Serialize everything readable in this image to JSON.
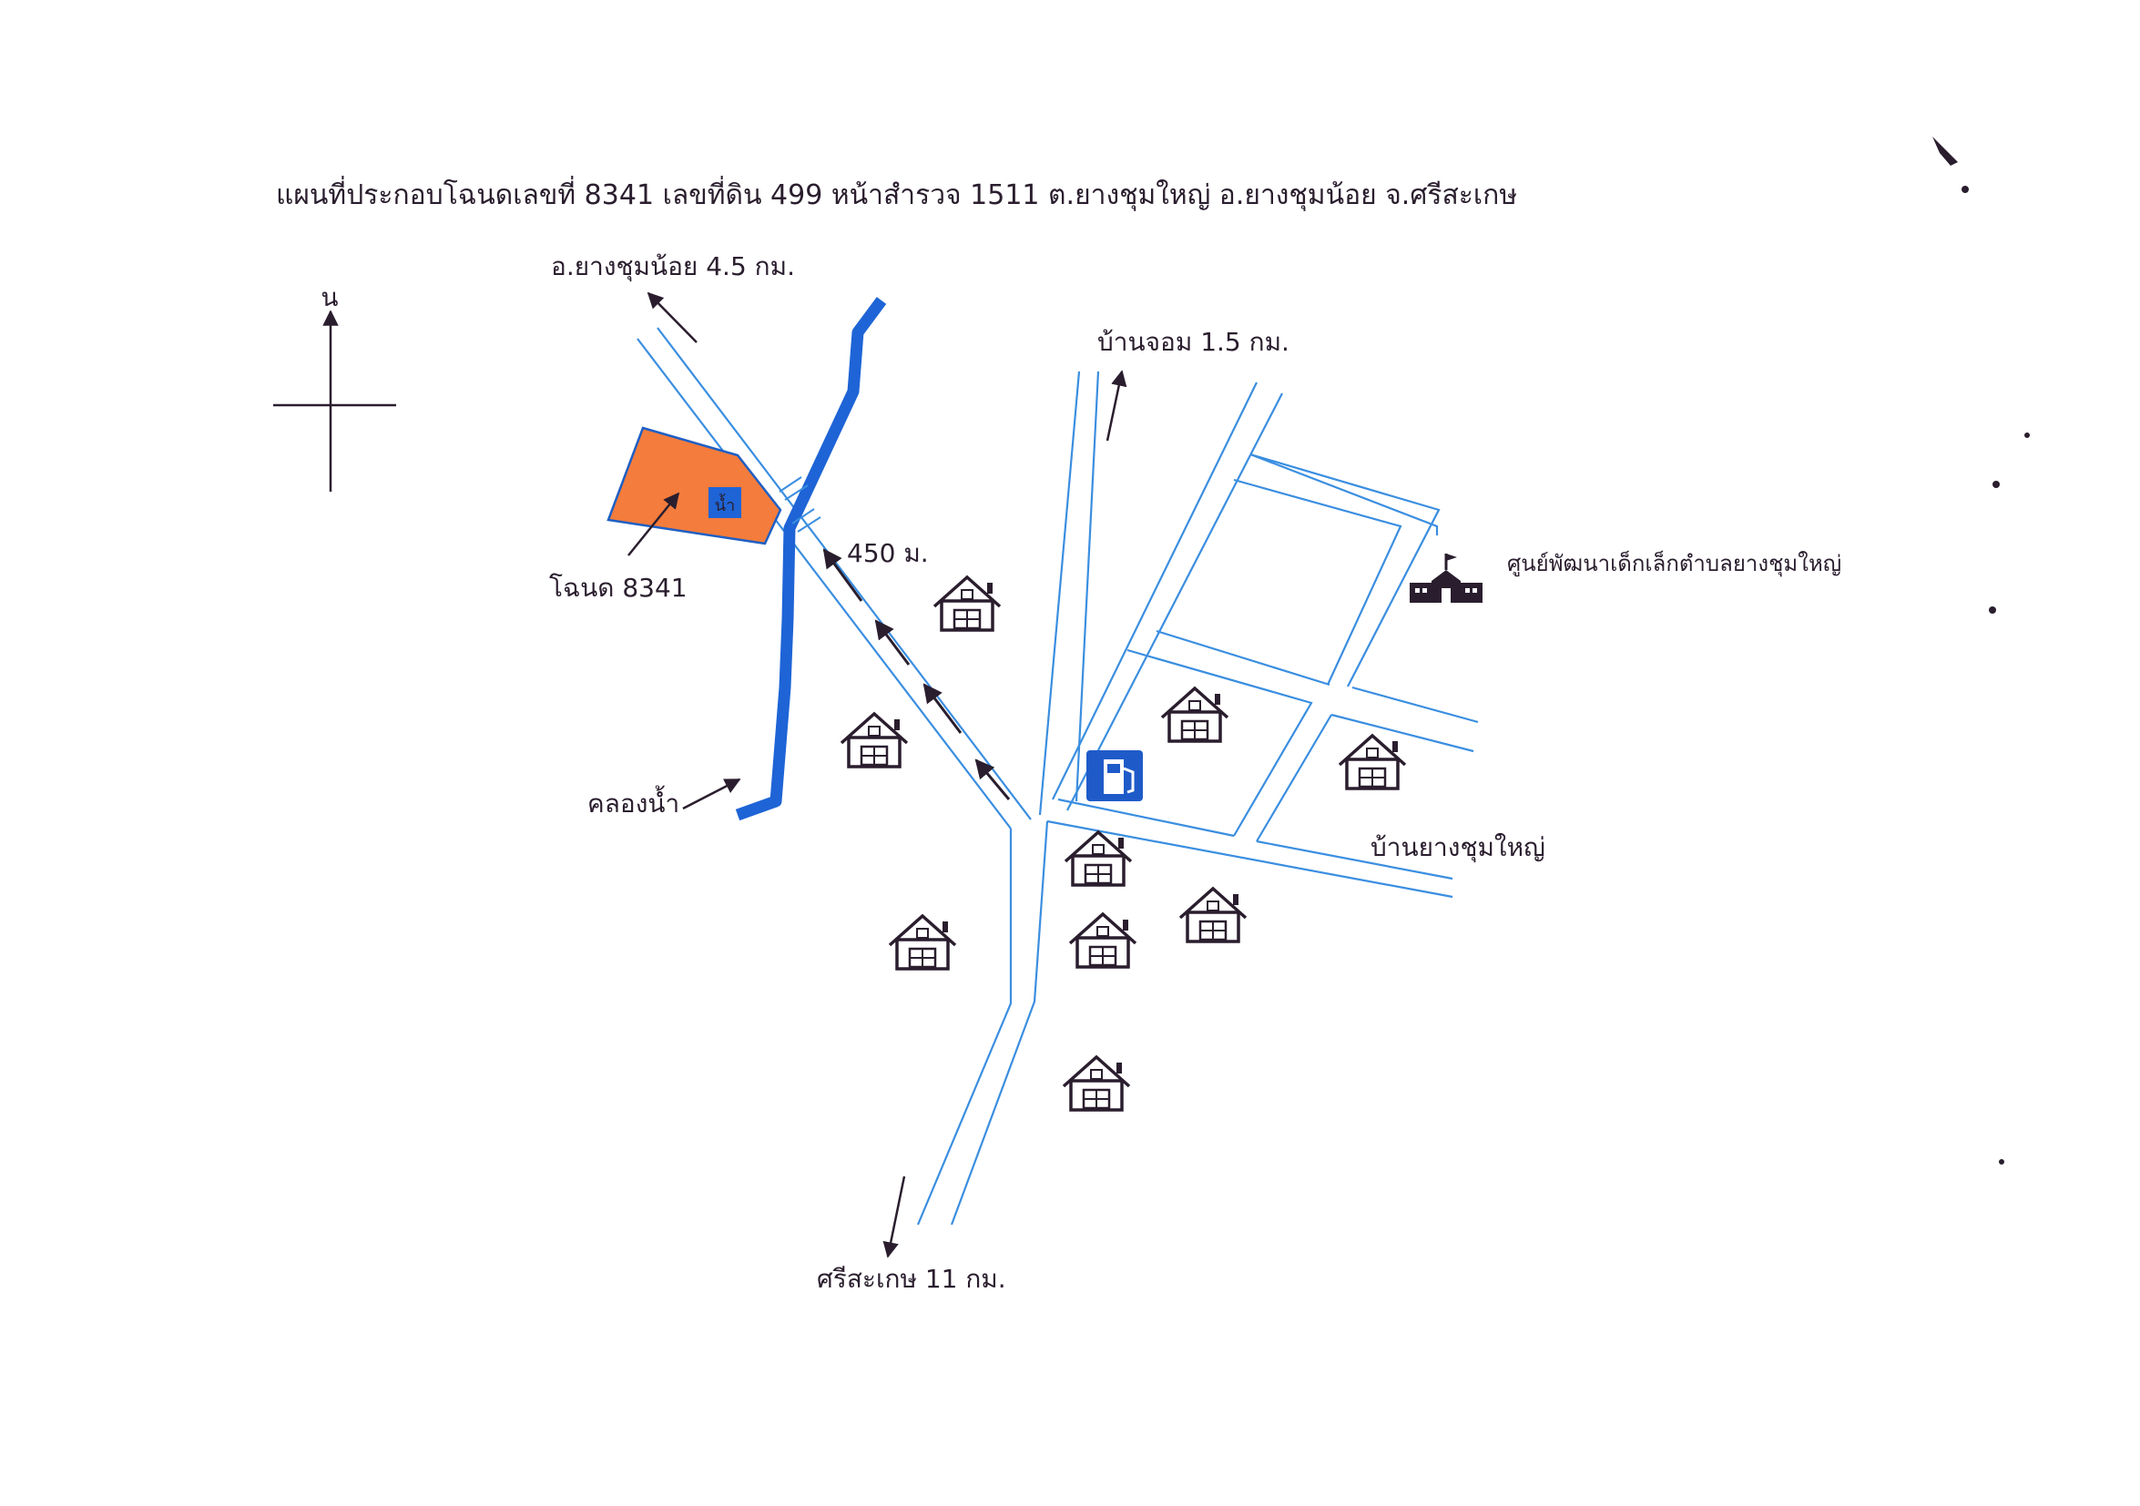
{
  "title": "แผนที่ประกอบโฉนดเลขที่ 8341 เลขที่ดิน 499 หน้าสำรวจ 1511 ต.ยางชุมใหญ่ อ.ยางชุมน้อย จ.ศรีสะเกษ",
  "north_label": "น",
  "labels": {
    "to_yangchumnoi": "อ.ยางชุมน้อย 4.5 กม.",
    "to_banjom": "บ้านจอม 1.5 กม.",
    "to_sisaket": "ศรีสะเกษ 11 กม.",
    "distance": "450 ม.",
    "deed": "โฉนด 8341",
    "canal": "คลองน้ำ",
    "childcare_center": "ศูนย์พัฒนาเด็กเล็กตำบลยางชุมใหญ่",
    "village": "บ้านยางชุมใหญ่",
    "water_marker": "น้ำ"
  },
  "icons": {
    "house": "house-icon",
    "school": "school-icon",
    "gas_station": "gas-station-icon",
    "north_arrow": "north-arrow-icon"
  },
  "colors": {
    "road": "#3a8ee0",
    "canal": "#1e64d6",
    "parcel_fill": "#f47c3c",
    "parcel_stroke": "#1e5fc4",
    "water_marker": "#1e64d6",
    "gas_station": "#1f5bc8",
    "ink": "#2a1e2e"
  }
}
